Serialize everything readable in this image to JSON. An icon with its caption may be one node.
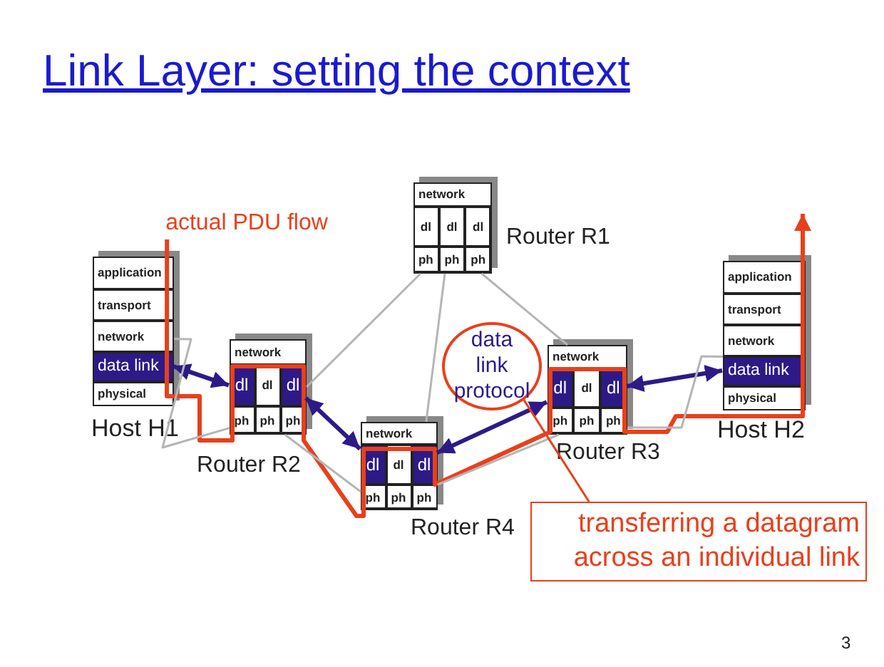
{
  "diagram": {
    "title": "Link Layer: setting the context",
    "nodes": [
      {
        "text": [
          "Router R1"
        ]
      },
      {
        "text": [
          "network"
        ],
        "in": 0
      },
      {
        "text": [
          "dl"
        ],
        "in": 0
      },
      {
        "text": [
          "dl"
        ],
        "in": 0
      },
      {
        "text": [
          "dl"
        ],
        "in": 0
      },
      {
        "text": [
          "ph"
        ],
        "in": 0
      },
      {
        "text": [
          "ph"
        ],
        "in": 0
      },
      {
        "text": [
          "ph"
        ],
        "in": 0
      },
      {
        "text": [
          "Host H1"
        ]
      },
      {
        "text": [
          "application"
        ],
        "in": 8
      },
      {
        "text": [
          "transport"
        ],
        "in": 8
      },
      {
        "text": [
          "network"
        ],
        "in": 8
      },
      {
        "text": [
          "data link"
        ],
        "in": 8
      },
      {
        "text": [
          "physical"
        ],
        "in": 8
      },
      {
        "text": [
          "Host H2"
        ]
      },
      {
        "text": [
          "application"
        ],
        "in": 14
      },
      {
        "text": [
          "transport"
        ],
        "in": 14
      },
      {
        "text": [
          "network"
        ],
        "in": 14
      },
      {
        "text": [
          "data link"
        ],
        "in": 14
      },
      {
        "text": [
          "physical"
        ],
        "in": 14
      },
      {
        "text": [
          "Router R2"
        ]
      },
      {
        "text": [
          "network"
        ],
        "in": 20
      },
      {
        "text": [
          "dl"
        ],
        "in": 20
      },
      {
        "text": [
          "dl"
        ],
        "in": 20
      },
      {
        "text": [
          "dl"
        ],
        "in": 20
      },
      {
        "text": [
          "ph"
        ],
        "in": 20
      },
      {
        "text": [
          "ph"
        ],
        "in": 20
      },
      {
        "text": [
          "ph"
        ],
        "in": 20
      },
      {
        "text": [
          "Router R3"
        ]
      },
      {
        "text": [
          "network"
        ],
        "in": 28
      },
      {
        "text": [
          "dl"
        ],
        "in": 28
      },
      {
        "text": [
          "dl"
        ],
        "in": 28
      },
      {
        "text": [
          "dl"
        ],
        "in": 28
      },
      {
        "text": [
          "ph"
        ],
        "in": 28
      },
      {
        "text": [
          "ph"
        ],
        "in": 28
      },
      {
        "text": [
          "ph"
        ],
        "in": 28
      },
      {
        "text": [
          "Router R4"
        ]
      },
      {
        "text": [
          "network"
        ],
        "in": 36
      },
      {
        "text": [
          "dl"
        ],
        "in": 36
      },
      {
        "text": [
          "dl"
        ],
        "in": 36
      },
      {
        "text": [
          "dl"
        ],
        "in": 36
      },
      {
        "text": [
          "ph"
        ],
        "in": 36
      },
      {
        "text": [
          "ph"
        ],
        "in": 36
      },
      {
        "text": [
          "ph"
        ],
        "in": 36
      },
      {
        "text": [
          "data link protocol"
        ]
      },
      {
        "text": [
          "actual PDU flow"
        ]
      },
      {
        "text": [
          "transferring a datagram across an individual link"
        ]
      }
    ],
    "edges": [
      {
        "from": 45,
        "to": null,
        "arrow": "to",
        "style": "thick",
        "color": "#e8401c"
      },
      {
        "from": 12,
        "to": 22,
        "arrow": "both",
        "style": "thick",
        "color": "#2e1a87"
      },
      {
        "from": 24,
        "to": 38,
        "arrow": "both",
        "style": "thick",
        "color": "#2e1a87"
      },
      {
        "from": 40,
        "to": 30,
        "arrow": "both",
        "style": "thick",
        "color": "#2e1a87"
      },
      {
        "from": 32,
        "to": 18,
        "arrow": "both",
        "style": "thick",
        "color": "#2e1a87"
      },
      {
        "from": 0,
        "to": 20,
        "arrow": "none"
      },
      {
        "from": 0,
        "to": 36,
        "arrow": "none"
      },
      {
        "from": 0,
        "to": 28,
        "arrow": "none"
      },
      {
        "from": 20,
        "to": 36,
        "arrow": "none"
      },
      {
        "from": 36,
        "to": 28,
        "arrow": "none"
      },
      {
        "from": 8,
        "to": 20,
        "arrow": "none"
      },
      {
        "from": 28,
        "to": 14,
        "arrow": "none"
      },
      {
        "from": 46,
        "to": 44,
        "arrow": "none",
        "color": "#e8401c"
      }
    ],
    "labels": [
      "3"
    ]
  }
}
